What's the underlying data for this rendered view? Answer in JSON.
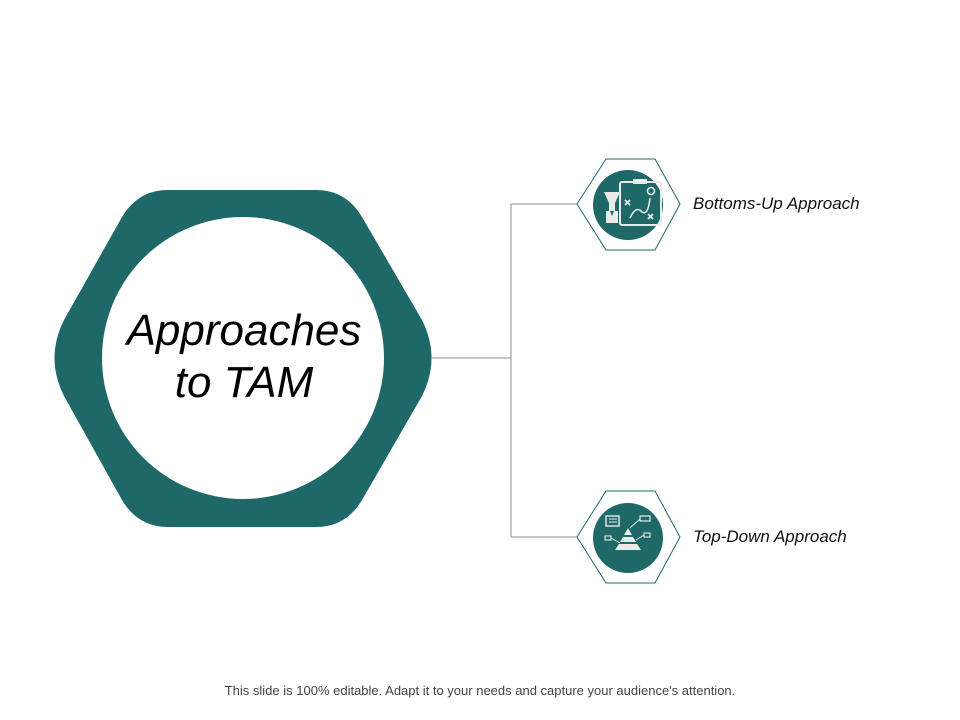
{
  "colors": {
    "primary": "#1e6968",
    "connector": "#8c8c8c",
    "background": "#ffffff"
  },
  "center": {
    "title_line1": "Approaches",
    "title_line2": "to TAM"
  },
  "nodes": [
    {
      "label": "Bottoms-Up Approach",
      "icon": "strategy-board-icon"
    },
    {
      "label": "Top-Down Approach",
      "icon": "pyramid-chart-icon"
    }
  ],
  "footer": {
    "text": "This slide is 100% editable. Adapt it to your needs and capture your audience's attention."
  }
}
